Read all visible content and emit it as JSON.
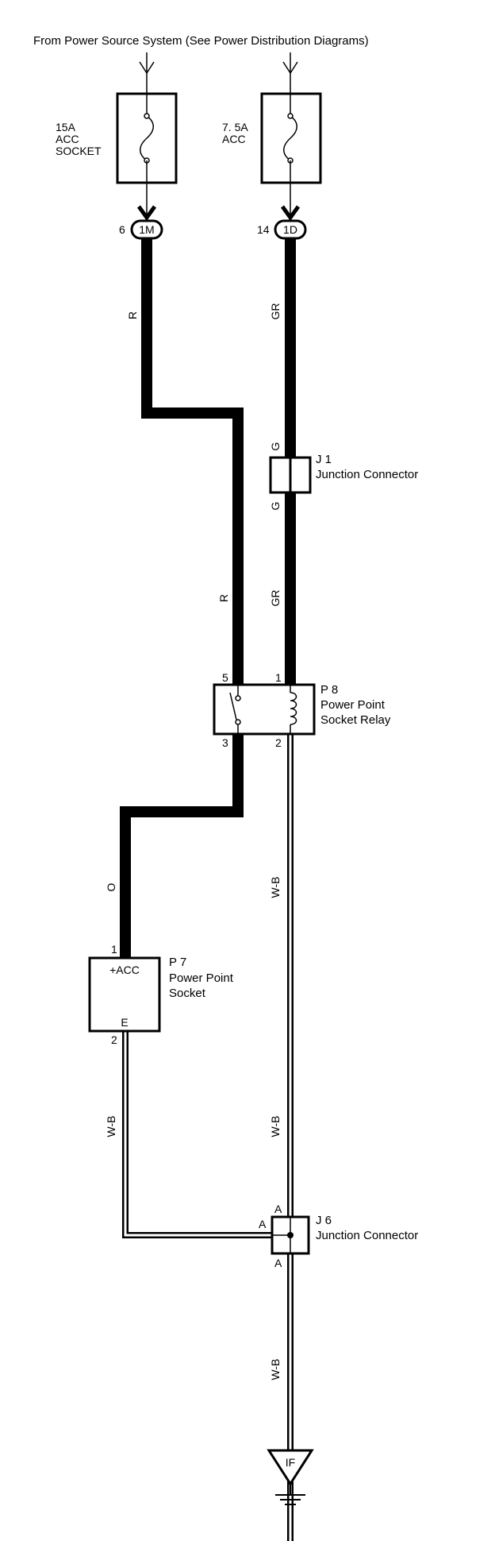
{
  "header": {
    "title": "From Power Source System (See Power Distribution Diagrams)"
  },
  "fuses": [
    {
      "line1": "15A",
      "line2": "ACC",
      "line3": "SOCKET"
    },
    {
      "line1": "7. 5A",
      "line2": "ACC"
    }
  ],
  "connectors": {
    "c1m": {
      "pin": "6",
      "id": "1M"
    },
    "c1d": {
      "pin": "14",
      "id": "1D"
    }
  },
  "wires": {
    "r_upper": "R",
    "r_lower": "R",
    "gr_upper": "GR",
    "gr_lower": "GR",
    "g_top": "G",
    "g_bottom": "G",
    "o": "O",
    "wb_relay": "W-B",
    "wb_relay_lower": "W-B",
    "wb_socket": "W-B",
    "wb_ground": "W-B"
  },
  "j1": {
    "code": "J 1",
    "name": "Junction Connector"
  },
  "relay": {
    "code": "P 8",
    "name_line1": "Power Point",
    "name_line2": "Socket Relay",
    "pins": {
      "p5": "5",
      "p1": "1",
      "p3": "3",
      "p2": "2"
    }
  },
  "socket": {
    "code": "P 7",
    "name_line1": "Power Point",
    "name_line2": "Socket",
    "term_acc": "+ACC",
    "term_e": "E",
    "pins": {
      "p1": "1",
      "p2": "2"
    }
  },
  "j6": {
    "code": "J 6",
    "name": "Junction Connector",
    "pins": {
      "top": "A",
      "left": "A",
      "bottom": "A"
    }
  },
  "ground": {
    "id": "IF"
  },
  "colors": {
    "line": "#000000",
    "background": "#ffffff"
  }
}
